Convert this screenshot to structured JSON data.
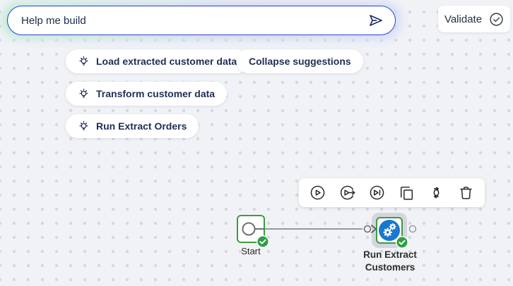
{
  "prompt_bar": {
    "value": "Help me build",
    "send_icon": "send-paper-plane-icon"
  },
  "validate": {
    "label": "Validate",
    "icon": "check-circle-icon"
  },
  "suggestions": {
    "collapse_label": "Collapse suggestions",
    "items": [
      {
        "label": "Load extracted customer data",
        "icon": "lightbulb-icon"
      },
      {
        "label": "Transform customer data",
        "icon": "lightbulb-icon"
      },
      {
        "label": "Run Extract Orders",
        "icon": "lightbulb-icon"
      }
    ]
  },
  "node_toolbar": {
    "buttons": [
      {
        "name": "run",
        "icon": "play-circle-icon"
      },
      {
        "name": "run-from",
        "icon": "play-from-arrow-icon"
      },
      {
        "name": "run-only",
        "icon": "play-to-bar-icon"
      },
      {
        "name": "copy",
        "icon": "copy-icon"
      },
      {
        "name": "loop",
        "icon": "cycle-arrows-icon"
      },
      {
        "name": "delete",
        "icon": "trash-icon"
      }
    ]
  },
  "canvas": {
    "nodes": [
      {
        "label": "Start",
        "status": "validated",
        "icon": "start-circle-icon",
        "selected": false
      },
      {
        "label": "Run Extract Customers",
        "status": "validated",
        "icon": "gears-icon",
        "selected": true
      }
    ],
    "edge": {
      "from": "Start",
      "to": "Run Extract Customers"
    }
  },
  "colors": {
    "accent_blue": "#2746c6",
    "node_border_green": "#3e9b3e",
    "badge_green": "#2f9e44",
    "component_blue": "#1878cf",
    "canvas_bg": "#f1f2f6",
    "text_navy": "#1e2f55"
  }
}
